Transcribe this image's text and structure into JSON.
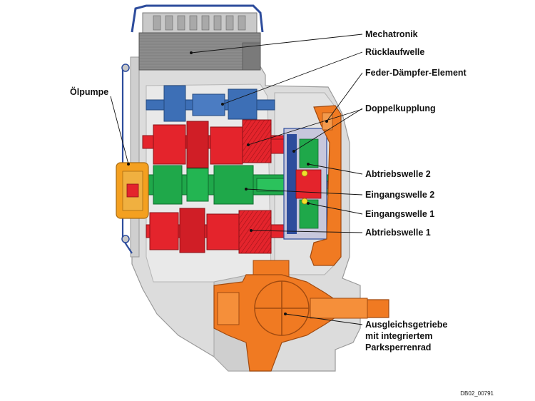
{
  "figure": {
    "doc_code": "DB02_00791",
    "colors": {
      "housing": "#d9d9d9",
      "housing_dark": "#9a9a9a",
      "mechatronik": "#8c8c8c",
      "reverse_shaft": "#3d6fb6",
      "output_shafts": "#e4242c",
      "input_shafts": "#1fa84a",
      "differential": "#f07a22",
      "oil_pump": "#f4a020",
      "clutch_blue": "#2d4c9c",
      "pipe": "#1e4c9c"
    }
  },
  "labels": {
    "mechatronik": "Mechatronik",
    "ruecklaufwelle": "Rücklaufwelle",
    "feder_daempfer": "Feder-Dämpfer-Element",
    "doppelkupplung": "Doppelkupplung",
    "oelpumpe": "Ölpumpe",
    "abtriebswelle_2": "Abtriebswelle 2",
    "eingangswelle_2": "Eingangswelle 2",
    "eingangswelle_1": "Eingangswelle 1",
    "abtriebswelle_1": "Abtriebswelle 1",
    "ausgleich_line1": "Ausgleichsgetriebe",
    "ausgleich_line2": "mit integriertem",
    "ausgleich_line3": "Parksperrenrad"
  }
}
